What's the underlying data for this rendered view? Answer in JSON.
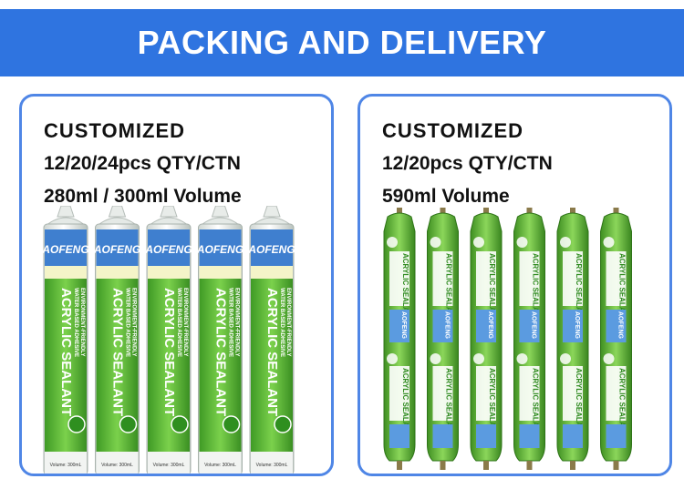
{
  "banner": {
    "title": "PACKING AND DELIVERY"
  },
  "left_panel": {
    "line1": "CUSTOMIZED",
    "line2": "12/20/24pcs QTY/CTN",
    "line3": "280ml / 300ml Volume",
    "product": {
      "brand": "AOFENG",
      "name": "ACRYLIC SEALANT",
      "desc1": "WATER BASED ADHESIVE",
      "desc2": "ENVIRONMENT-FRIENDLY",
      "volume": "Volume: 300mL",
      "count": 5
    }
  },
  "right_panel": {
    "line1": "CUSTOMIZED",
    "line2": "12/20pcs QTY/CTN",
    "line3": "590ml  Volume",
    "product": {
      "brand": "AOFENG",
      "name": "ACRYLIC SEALANT",
      "count": 6
    }
  },
  "colors": {
    "banner": "#2f74e0",
    "panel_border": "#4f86e6",
    "label_green": "#5fb636",
    "sausage_green": "#6cbb3a"
  }
}
